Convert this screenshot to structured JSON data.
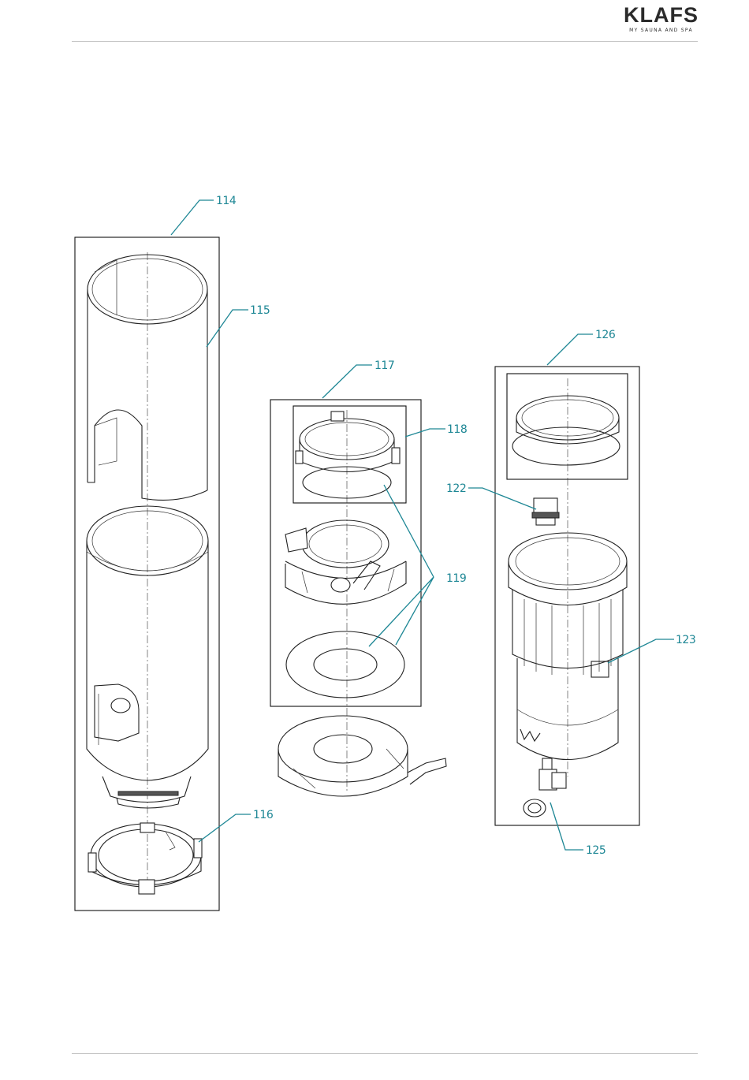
{
  "header": {
    "brand": "KLAFS",
    "tagline": "MY SAUNA AND SPA"
  },
  "callouts": {
    "c114": "114",
    "c115": "115",
    "c116": "116",
    "c117": "117",
    "c118": "118",
    "c119": "119",
    "c122": "122",
    "c123": "123",
    "c125": "125",
    "c126": "126"
  },
  "colors": {
    "callout": "#1e8795",
    "lines": "#222222",
    "rule": "#c4c4c4"
  }
}
